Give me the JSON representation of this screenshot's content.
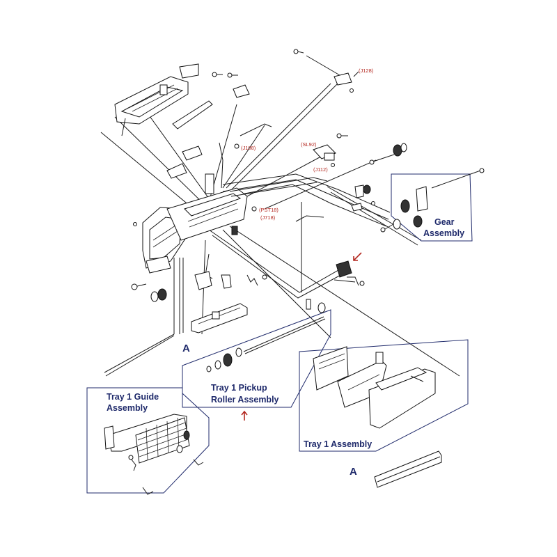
{
  "assemblies": {
    "gear": {
      "line1": "Gear",
      "line2": "Assembly"
    },
    "pickup": {
      "line1": "Tray 1 Pickup",
      "line2": "Roller Assembly"
    },
    "guide": {
      "line1": "Tray 1 Guide",
      "line2": "Assembly"
    },
    "tray1": {
      "label": "Tray 1 Assembly"
    }
  },
  "markers": {
    "a_upper": "A",
    "a_lower": "A"
  },
  "connectors": {
    "j128": "(J128)",
    "j108": "(J108)",
    "sl92": "(SL92)",
    "j112": "(J112)",
    "pst18": "(PST18)",
    "j718": "(J718)"
  },
  "colors": {
    "label": "#1f2a6b",
    "connector": "#b3261e",
    "line": "#1a1a1a"
  }
}
